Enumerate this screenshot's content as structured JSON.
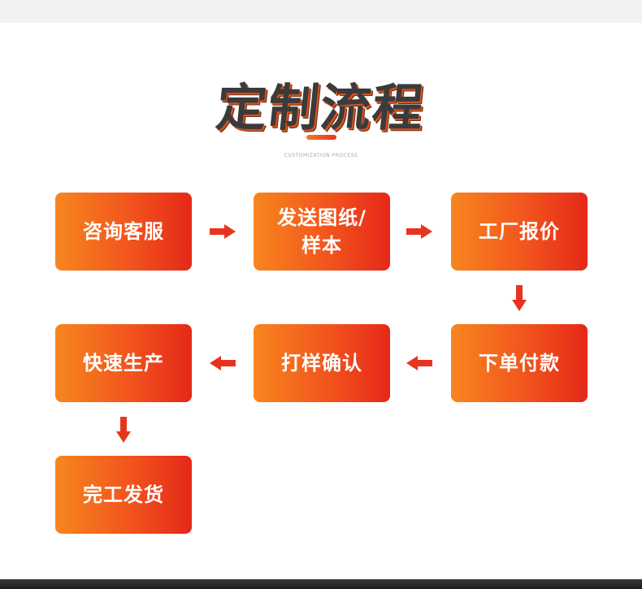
{
  "title": "定制流程",
  "subtitle": "CUSTOMIZATION PROCESS",
  "accent_color": "#e8341e",
  "steps": [
    {
      "label": "咨询客服"
    },
    {
      "label": "发送图纸/\n样本"
    },
    {
      "label": "工厂报价"
    },
    {
      "label": "下单付款"
    },
    {
      "label": "打样确认"
    },
    {
      "label": "快速生产"
    },
    {
      "label": "完工发货"
    }
  ],
  "flow": [
    {
      "from": "咨询客服",
      "to": "发送图纸/样本",
      "direction": "right"
    },
    {
      "from": "发送图纸/样本",
      "to": "工厂报价",
      "direction": "right"
    },
    {
      "from": "工厂报价",
      "to": "下单付款",
      "direction": "down"
    },
    {
      "from": "下单付款",
      "to": "打样确认",
      "direction": "left"
    },
    {
      "from": "打样确认",
      "to": "快速生产",
      "direction": "left"
    },
    {
      "from": "快速生产",
      "to": "完工发货",
      "direction": "down"
    }
  ]
}
